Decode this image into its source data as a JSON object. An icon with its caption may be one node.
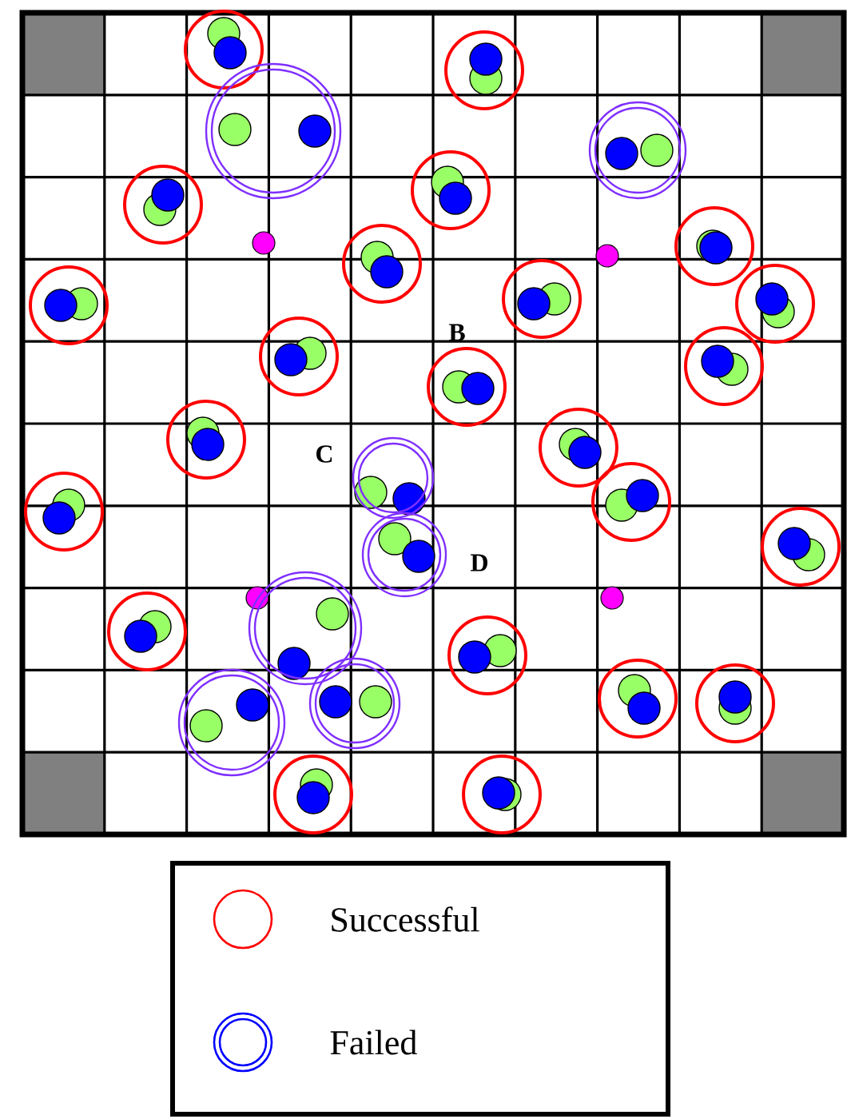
{
  "diagram": {
    "labels": [
      "B",
      "C",
      "D"
    ],
    "legend": [
      {
        "text": "Successful"
      },
      {
        "text": "Failed"
      }
    ]
  }
}
